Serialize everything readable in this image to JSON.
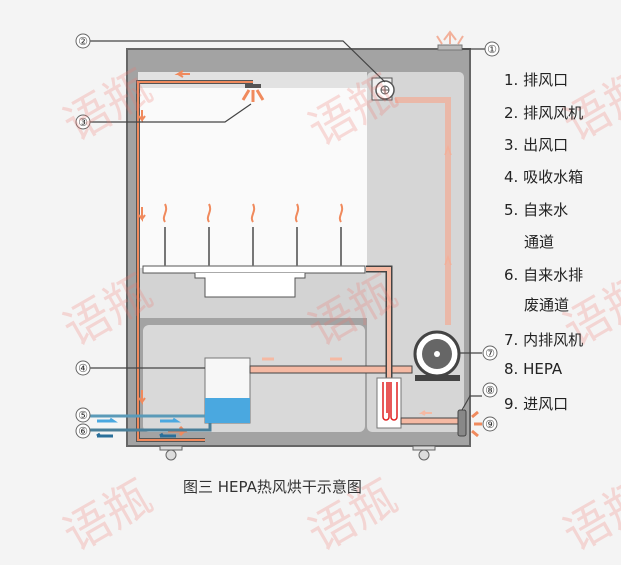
{
  "callouts": [
    "①",
    "②",
    "③",
    "④",
    "⑤",
    "⑥",
    "⑦",
    "⑧",
    "⑨"
  ],
  "legend": [
    {
      "label": "1. 排风口"
    },
    {
      "label": "2. 排风风机"
    },
    {
      "label": "3. 出风口"
    },
    {
      "label": "4. 吸收水箱"
    },
    {
      "label": "5. 自来水"
    },
    {
      "label": "通道"
    },
    {
      "label": "6. 自来水排"
    },
    {
      "label": "废通道"
    },
    {
      "label": "7. 内排风机"
    },
    {
      "label": "8. HEPA"
    },
    {
      "label": "9. 进风口"
    }
  ],
  "caption": "图三  HEPA热风烘干示意图",
  "watermark": "语瓶",
  "colors": {
    "airflow": "#f08a5d",
    "water_in": "#4aa8e0",
    "water_out": "#2a6f9a",
    "cabinet": "#9e9e9e"
  }
}
